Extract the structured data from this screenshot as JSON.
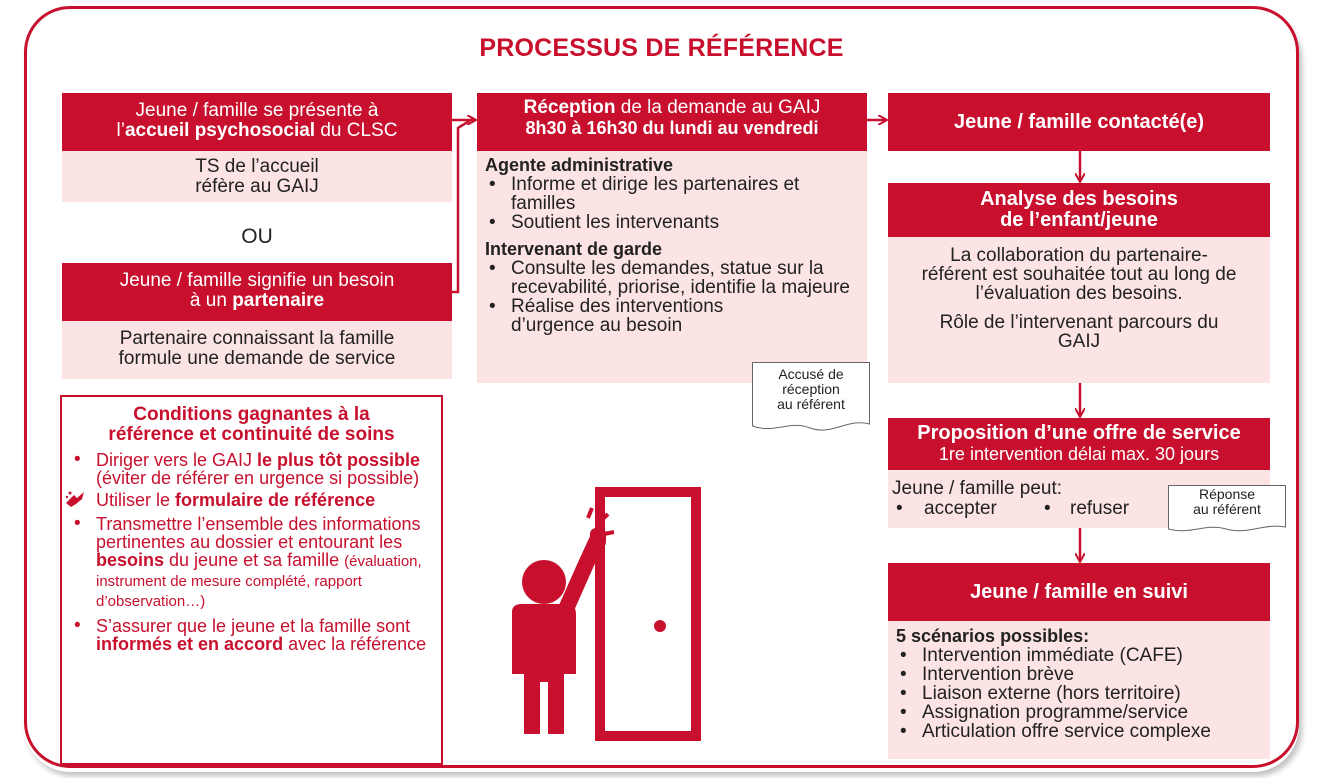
{
  "title": "PROCESSUS DE RÉFÉRENCE",
  "left": {
    "box1_header_line1": "Jeune / famille se présente à",
    "box1_header_line2_pre": "l’",
    "box1_header_line2_bold": "accueil psychosocial",
    "box1_header_line2_post": " du CLSC",
    "box1_body_line1": "TS de l’accueil",
    "box1_body_line2": "réfère au GAIJ",
    "or_label": "OU",
    "box2_header_line1": "Jeune / famille signifie un besoin",
    "box2_header_line2_pre": "à un ",
    "box2_header_line2_bold": "partenaire",
    "box2_body_line1": "Partenaire connaissant la famille",
    "box2_body_line2": "formule une demande de service"
  },
  "conditions": {
    "title_bold": "Conditions gagnantes",
    "title_rest": " à la",
    "title_line2": "référence et continuité de soins",
    "item1_pre": "Diriger vers le GAIJ ",
    "item1_bold": "le plus tôt possible",
    "item1_post": " (éviter de référer en urgence si possible)",
    "item2_pre": "Utiliser le ",
    "item2_bold": "formulaire de référence",
    "item3_pre": "Transmettre l’ensemble des informations pertinentes au dossier et entourant les ",
    "item3_bold": "besoins",
    "item3_post": " du jeune et sa famille ",
    "item3_small": "(évaluation, instrument de mesure complété, rapport d’observation…)",
    "item4_pre": "S’assurer que le jeune et la famille sont ",
    "item4_bold": "informés et en accord",
    "item4_post": " avec la référence",
    "item2_icon": "pointer-hand-icon"
  },
  "middle": {
    "header_bold": "Réception",
    "header_rest": " de la demande au GAIJ",
    "header_line2": "8h30 à 16h30 du lundi au vendredi",
    "agent_label": "Agente administrative",
    "agent_items": [
      "Informe et dirige les partenaires et familles",
      "Soutient les intervenants"
    ],
    "garde_label": "Intervenant de garde",
    "garde_items": [
      "Consulte les demandes, statue sur la recevabilité, priorise, identifie la majeure",
      "Réalise des interventions d’urgence au besoin"
    ],
    "note1_line1": "Accusé de",
    "note1_line2": "réception",
    "note1_line3": "au référent",
    "illustration": "person-knocking-door-icon"
  },
  "right": {
    "contact": "Jeune / famille contacté(e)",
    "analyse_line1": "Analyse des besoins",
    "analyse_line2": "de l’enfant/jeune",
    "analyse_body1_l1": "La collaboration du partenaire-",
    "analyse_body1_l2": "référent est souhaitée tout au long de",
    "analyse_body1_l3": "l’évaluation des besoins.",
    "analyse_body2_l1": "Rôle de l’intervenant parcours du",
    "analyse_body2_l2": "GAIJ",
    "offre_line1": "Proposition d’une offre de service",
    "offre_line2": "1re intervention délai max. 30 jours",
    "peut_label": "Jeune / famille peut:",
    "accepter": "accepter",
    "refuser": "refuser",
    "note2_line1": "Réponse",
    "note2_line2": "au référent",
    "suivi": "Jeune / famille en suivi",
    "scenarios_label": "5 scénarios possibles:",
    "scenarios": [
      "Intervention immédiate (CAFE)",
      "Intervention brève",
      "Liaison externe (hors territoire)",
      "Assignation programme/service",
      "Articulation offre service complexe"
    ]
  },
  "colors": {
    "accent": "#c8102e",
    "pink": "#fbe4e3"
  }
}
